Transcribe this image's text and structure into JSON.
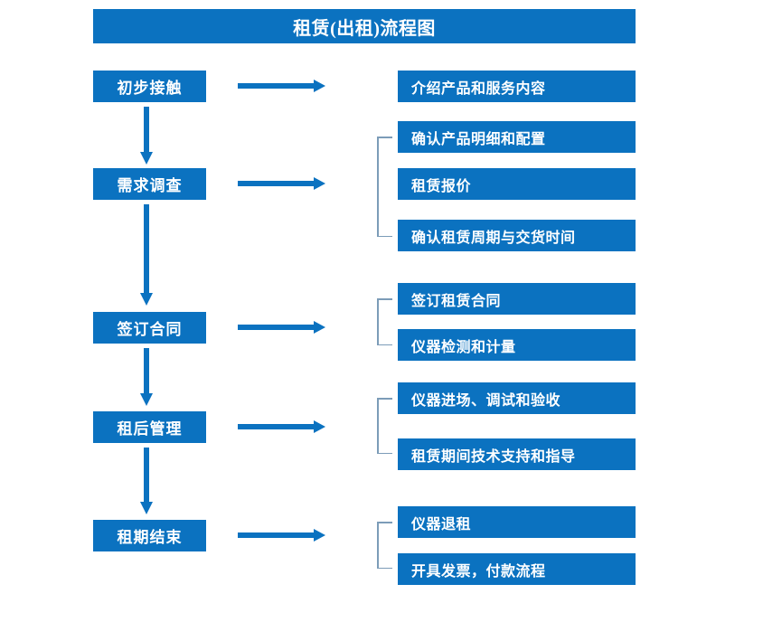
{
  "diagram": {
    "title": "租赁(出租)流程图",
    "accent_color": "#0B72C0",
    "bracket_color": "#7C9CB8",
    "text_color": "#FFFFFF",
    "background_color": "#FFFFFF"
  },
  "stages": [
    {
      "label": "初步接触"
    },
    {
      "label": "需求调查"
    },
    {
      "label": "签订合同"
    },
    {
      "label": "租后管理"
    },
    {
      "label": "租期结束"
    }
  ],
  "details": {
    "group1": [
      {
        "label": "介绍产品和服务内容"
      }
    ],
    "group2": [
      {
        "label": "确认产品明细和配置"
      },
      {
        "label": "租赁报价"
      },
      {
        "label": "确认租赁周期与交货时间"
      }
    ],
    "group3": [
      {
        "label": "签订租赁合同"
      },
      {
        "label": "仪器检测和计量"
      }
    ],
    "group4": [
      {
        "label": "仪器进场、调试和验收"
      },
      {
        "label": "租赁期间技术支持和指导"
      }
    ],
    "group5": [
      {
        "label": "仪器退租"
      },
      {
        "label": "开具发票，付款流程"
      }
    ]
  },
  "connectors": {
    "horizontal_arrow": "arrow-right",
    "vertical_arrow": "arrow-down",
    "group_bracket": "bracket-left"
  }
}
